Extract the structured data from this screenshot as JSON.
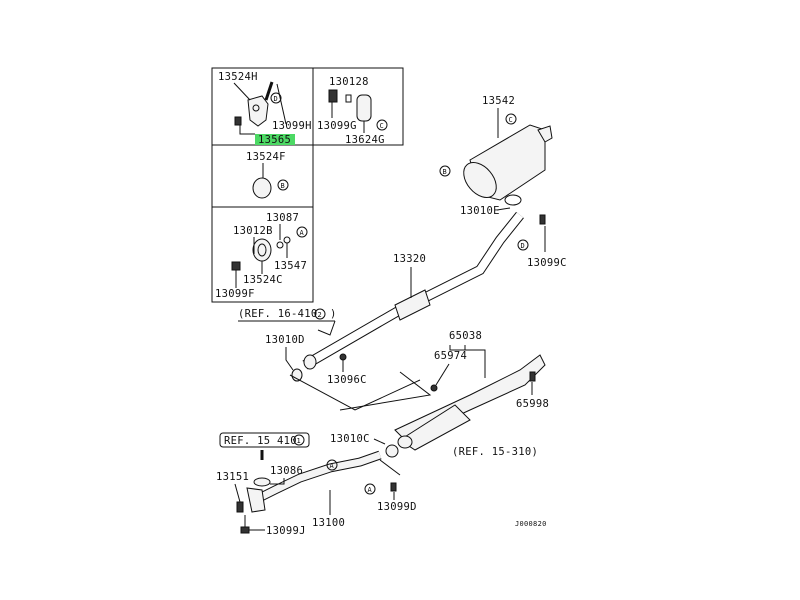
{
  "diagram": {
    "title": "Exhaust system parts diagram",
    "highlight_color": "#4cd964",
    "drawing_code": "J000820",
    "inset_boxes": {
      "top_left": {
        "labels": [
          "13524H",
          "13099H",
          "13565"
        ],
        "callout": "D",
        "highlighted_label": "13565"
      },
      "top_right": {
        "labels": [
          "130128",
          "13099G",
          "13624G"
        ],
        "callout": "C"
      },
      "middle": {
        "labels": [
          "13524F"
        ],
        "callout": "B"
      },
      "bottom": {
        "labels": [
          "13087",
          "13012B",
          "13547",
          "13524C",
          "13099F"
        ],
        "callout": "A"
      }
    },
    "main_labels": {
      "muffler": "13542",
      "gasket_e": "13010E",
      "bolt_c": "13099C",
      "center_pipe": "13320",
      "gasket_d": "13010D",
      "nut_c": "13096C",
      "heat_shield": "65038",
      "nut_heat": "65974",
      "sensor": "65998",
      "gasket_c": "13010C",
      "bolt_d": "13099D",
      "front_pipe": "13100",
      "gasket_front": "13086",
      "spring": "13151",
      "bolt_j": "13099J"
    },
    "references": {
      "ref_1": "(REF. 16-410",
      "ref_1_circle": "2",
      "ref_2": "(REF. 15-310)",
      "ref_3": "REF. 15 410",
      "ref_3_circle": "1"
    },
    "callouts": {
      "a": "A",
      "b": "B",
      "c": "C",
      "d": "D"
    }
  }
}
